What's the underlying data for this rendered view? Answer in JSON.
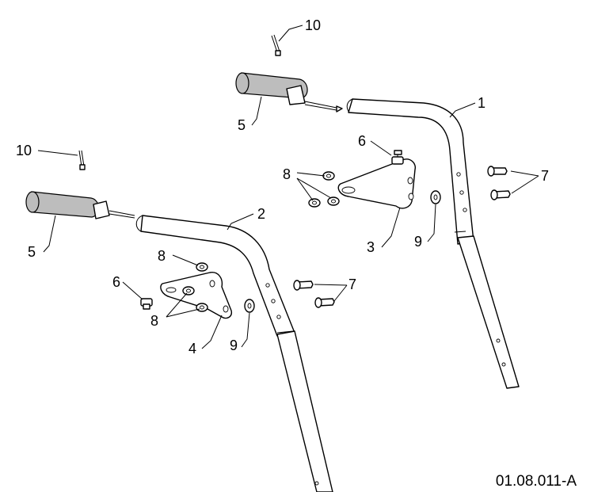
{
  "diagram": {
    "figure_id": "01.08.011-A",
    "callouts": {
      "c1": "1",
      "c2": "2",
      "c3": "3",
      "c4": "4",
      "c5a": "5",
      "c5b": "5",
      "c6a": "6",
      "c6b": "6",
      "c7a": "7",
      "c7b": "7",
      "c8a": "8",
      "c8b": "8",
      "c8c": "8",
      "c9a": "9",
      "c9b": "9",
      "c10a": "10",
      "c10b": "10"
    }
  }
}
